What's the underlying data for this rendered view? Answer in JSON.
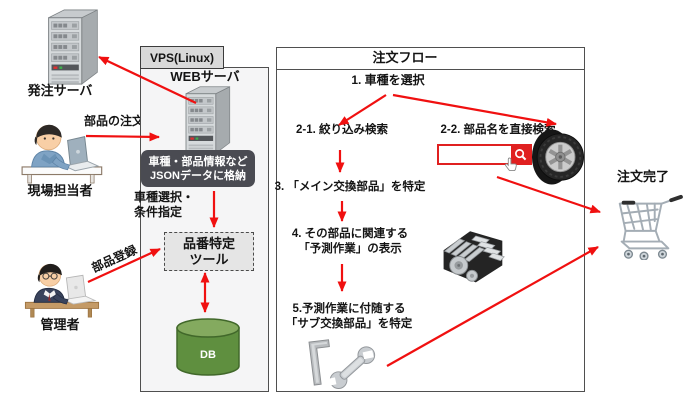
{
  "left": {
    "order_server_label": "発注サーバ",
    "field_worker_label": "現場担当者",
    "admin_label": "管理者",
    "parts_order_arrow_label": "部品の注文",
    "parts_register_arrow_label": "部品登録"
  },
  "vps": {
    "tab": "VPS(Linux)",
    "web_server_label": "WEBサーバ",
    "json_box": {
      "line1": "車種・部品情報など",
      "line2": "JSONデータに格納"
    },
    "condition_label": {
      "line1": "車種選択・",
      "line2": "条件指定"
    },
    "tool_box": {
      "line1": "品番特定",
      "line2": "ツール"
    },
    "db_label": "DB"
  },
  "flow": {
    "title": "注文フロー",
    "step1": "1. 車種を選択",
    "step2a": "2-1. 絞り込み検索",
    "step2b": "2-2. 部品名を直接検索",
    "search_box": {
      "value": ""
    },
    "step3": "3. 「メイン交換部品」を特定",
    "step4": {
      "line1": "4. その部品に関連する",
      "line2": "「予測作業」の表示"
    },
    "step5": {
      "line1": "5.予測作業に付随する",
      "line2": "「サブ交換部品」を特定"
    }
  },
  "order_complete_label": "注文完了",
  "icons": {
    "order_server": "tower-server",
    "web_server": "tower-server",
    "field_worker": "person-at-laptop",
    "admin": "person-at-laptop",
    "search": "magnifier",
    "cursor": "hand-cursor",
    "tire": "tire-wheel",
    "engine": "car-engine",
    "sub_parts": "hex-key-and-wrench",
    "cart": "shopping-cart",
    "db": "database-cylinder"
  },
  "colors": {
    "arrow": "#f01010",
    "panel_border": "#4f4f4f",
    "vps_tab_bg": "#d9d9d9",
    "vps_panel_bg": "#f5f5f6",
    "json_box_bg": "#4a4b52",
    "json_box_text": "#ffffff",
    "tool_box_bg": "#e5e5e5",
    "db_green": "#5f8f3f",
    "search_red": "#e02020"
  }
}
